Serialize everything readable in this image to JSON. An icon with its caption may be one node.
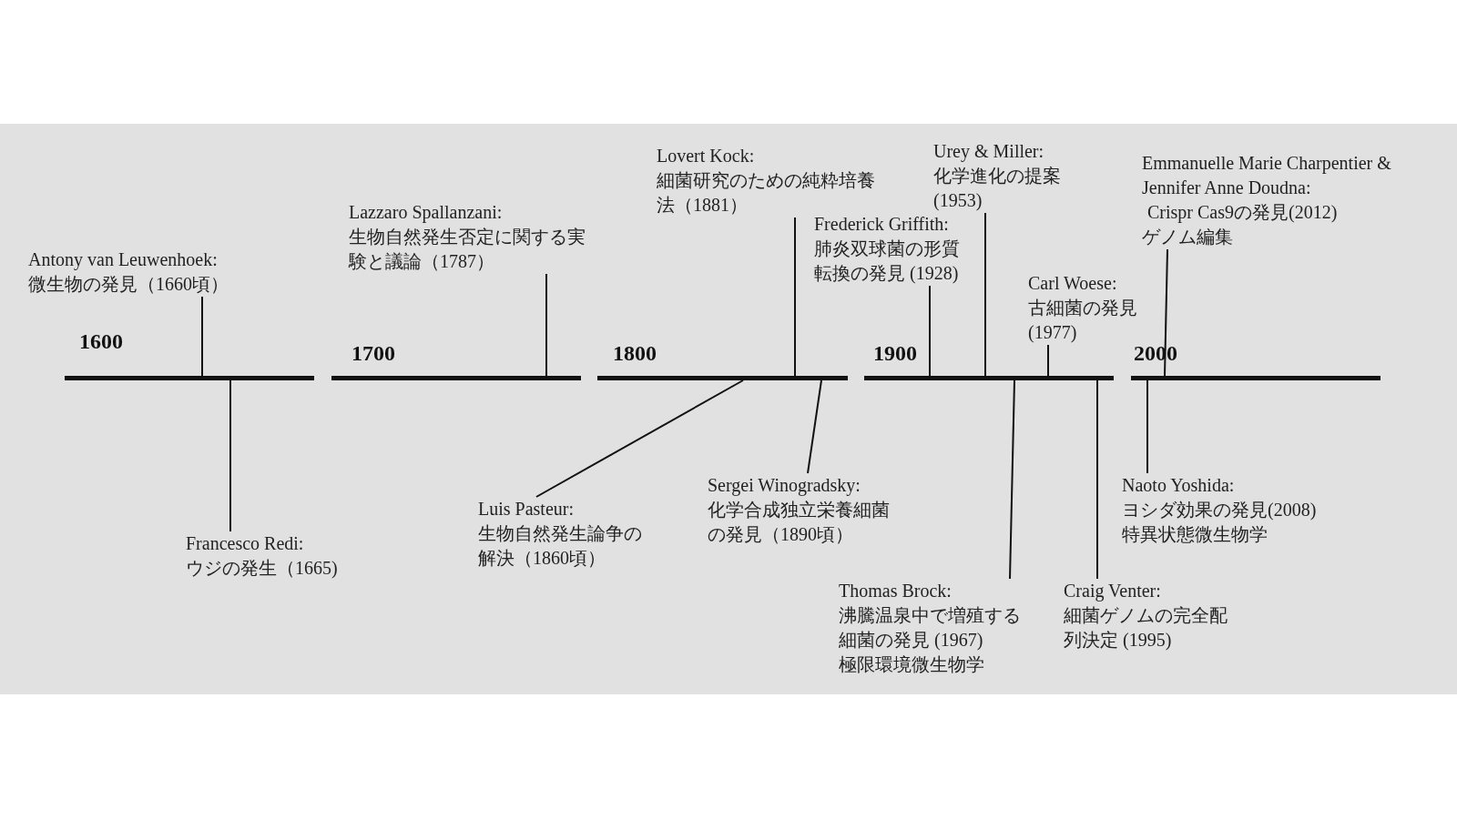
{
  "diagram": {
    "nodes": [
      {
        "text": [],
        "shape": "bar",
        "beside": [
          "1600"
        ]
      },
      {
        "text": [],
        "shape": "bar",
        "beside": [
          "1700"
        ]
      },
      {
        "text": [],
        "shape": "bar",
        "beside": [
          "1800"
        ]
      },
      {
        "text": [],
        "shape": "bar",
        "beside": [
          "1900"
        ]
      },
      {
        "text": [],
        "shape": "bar",
        "beside": [
          "2000"
        ]
      },
      {
        "text": [
          "Antony van Leuwenhoek:",
          "微生物の発見（1660頃）"
        ]
      },
      {
        "text": [
          "Francesco Redi:",
          "ウジの発生（1665)"
        ]
      },
      {
        "text": [
          "Lazzaro Spallanzani:",
          "生物自然発生否定に関する実験と議論（1787）"
        ]
      },
      {
        "text": [
          "Luis Pasteur:",
          "生物自然発生論争の解決（1860頃）"
        ]
      },
      {
        "text": [
          "Lovert Kock:",
          "細菌研究のための純粋培養法（1881）"
        ]
      },
      {
        "text": [
          "Sergei Winogradsky:",
          "化学合成独立栄養細菌の発見（1890頃）"
        ]
      },
      {
        "text": [
          "Frederick Griffith:",
          "肺炎双球菌の形質転換の発見 (1928)"
        ]
      },
      {
        "text": [
          "Urey & Miller:",
          "化学進化の提案 (1953)"
        ]
      },
      {
        "text": [
          "Thomas Brock:",
          "沸騰温泉中で増殖する細菌の発見 (1967)",
          "極限環境微生物学"
        ]
      },
      {
        "text": [
          "Carl Woese:",
          "古細菌の発見 (1977)"
        ]
      },
      {
        "text": [
          "Craig Venter:",
          "細菌ゲノムの完全配列決定 (1995)"
        ]
      },
      {
        "text": [
          "Emmanuelle Marie Charpentier & Jennifer Anne Doudna:",
          "Crispr Cas9の発見(2012)",
          "ゲノム編集"
        ]
      },
      {
        "text": [
          "Naoto Yoshida:",
          "ヨシダ効果の発見(2008)",
          "特異状態微生物学"
        ]
      }
    ],
    "edges": [
      {
        "from": 5,
        "to": 0,
        "arrow": "none"
      },
      {
        "from": 6,
        "to": 0,
        "arrow": "none"
      },
      {
        "from": 7,
        "to": 1,
        "arrow": "none"
      },
      {
        "from": 8,
        "to": 2,
        "arrow": "none"
      },
      {
        "from": 9,
        "to": 2,
        "arrow": "none"
      },
      {
        "from": 10,
        "to": 2,
        "arrow": "none"
      },
      {
        "from": 11,
        "to": 3,
        "arrow": "none"
      },
      {
        "from": 12,
        "to": 3,
        "arrow": "none"
      },
      {
        "from": 13,
        "to": 3,
        "arrow": "none"
      },
      {
        "from": 14,
        "to": 3,
        "arrow": "none"
      },
      {
        "from": 15,
        "to": 3,
        "arrow": "none"
      },
      {
        "from": 16,
        "to": 4,
        "arrow": "none"
      },
      {
        "from": 17,
        "to": 4,
        "arrow": "none"
      }
    ]
  }
}
